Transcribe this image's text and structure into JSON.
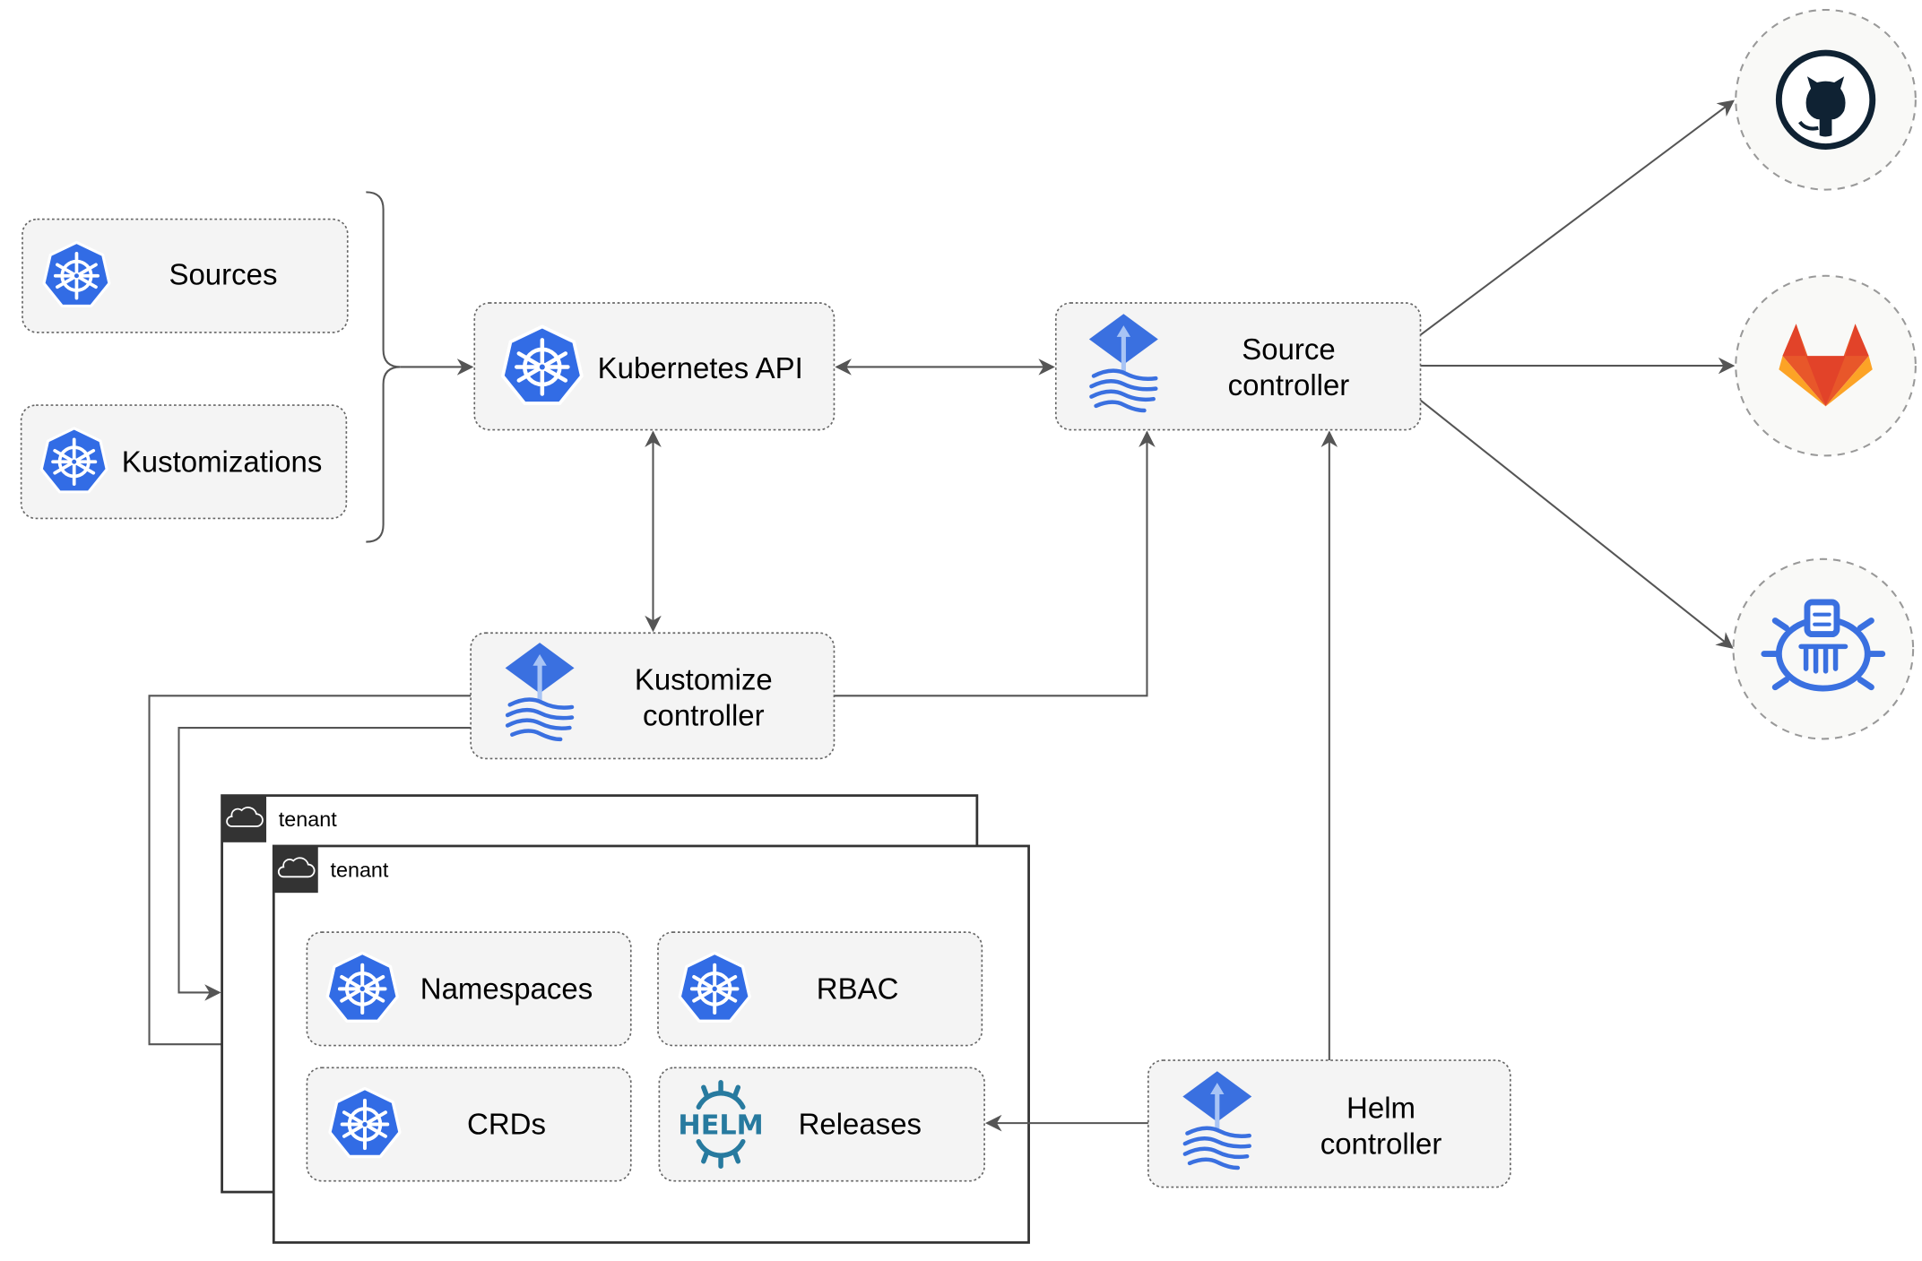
{
  "nodes": {
    "sources": "Sources",
    "kustomizations": "Kustomizations",
    "kubernetes_api": "Kubernetes API",
    "source_controller": [
      "Source",
      "controller"
    ],
    "kustomize_controller": [
      "Kustomize",
      "controller"
    ],
    "helm_controller": [
      "Helm",
      "controller"
    ],
    "namespaces": "Namespaces",
    "rbac": "RBAC",
    "crds": "CRDs",
    "releases": "Releases"
  },
  "tenants": [
    "tenant",
    "tenant"
  ],
  "helm_logo_text": "HELM",
  "external_sources": [
    "github-logo",
    "gitlab-logo",
    "bucket-logo"
  ],
  "colors": {
    "kubernetes_blue": "#326ce5",
    "flux_blue": "#3a70e0",
    "helm_teal": "#277a9f",
    "github_dark": "#0f2233",
    "gitlab_orange": "#e8572a",
    "gitlab_yellow": "#fca326",
    "node_fill": "#f4f4f4",
    "edge": "#555555"
  }
}
